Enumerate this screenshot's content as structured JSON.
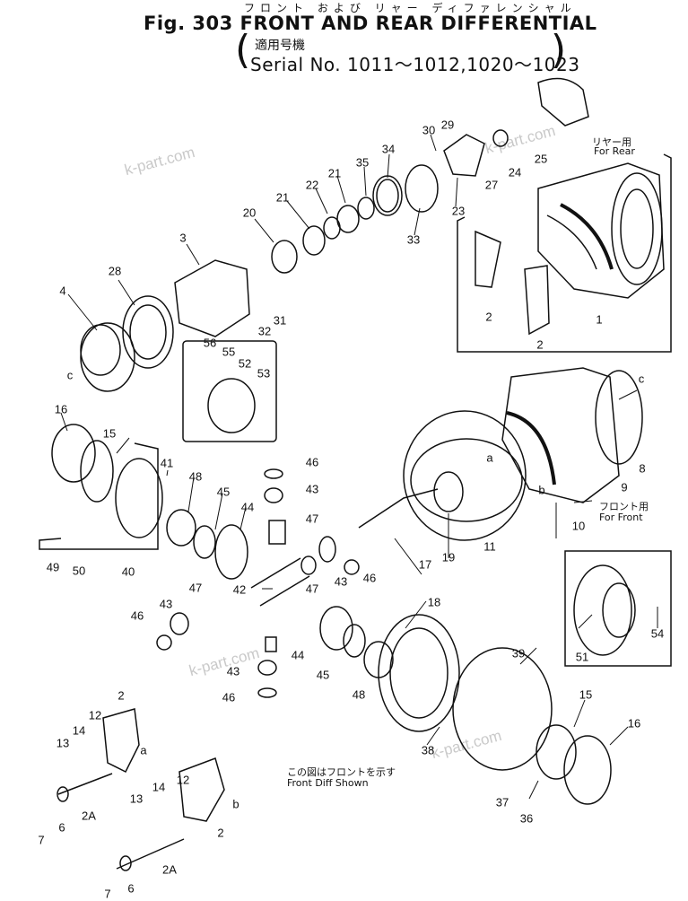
{
  "header": {
    "japanese_title": "フロント および リャー ディファレンシャル",
    "figure_title": "Fig. 303  FRONT AND REAR DIFFERENTIAL",
    "applicable_label": "適用号機",
    "serial": "Serial No. 1011～1012,1020～1023"
  },
  "notes": {
    "rear_jp": "リヤー用",
    "rear_en": "For Rear",
    "front_jp": "フロント用",
    "front_en": "For Front",
    "front_shown_jp": "この図はフロントを示す",
    "front_shown_en": "Front Diff Shown"
  },
  "watermark": "k-part.com",
  "callouts": [
    "1",
    "2",
    "2",
    "3",
    "4",
    "c",
    "16",
    "15",
    "28",
    "41",
    "40",
    "49",
    "50",
    "56",
    "55",
    "52",
    "53",
    "20",
    "21",
    "22",
    "21",
    "35",
    "34",
    "33",
    "30",
    "29",
    "23",
    "27",
    "24",
    "25",
    "32",
    "31",
    "c",
    "8",
    "9",
    "a",
    "b",
    "10",
    "11",
    "17",
    "19",
    "48",
    "45",
    "44",
    "42",
    "47",
    "47",
    "43",
    "46",
    "46",
    "43",
    "47",
    "43",
    "46",
    "18",
    "44",
    "45",
    "48",
    "39",
    "15",
    "16",
    "38",
    "37",
    "36",
    "51",
    "54",
    "43",
    "46",
    "2",
    "12",
    "14",
    "13",
    "a",
    "6",
    "7",
    "2A",
    "2",
    "12",
    "14",
    "13",
    "b",
    "6",
    "7",
    "2A"
  ]
}
